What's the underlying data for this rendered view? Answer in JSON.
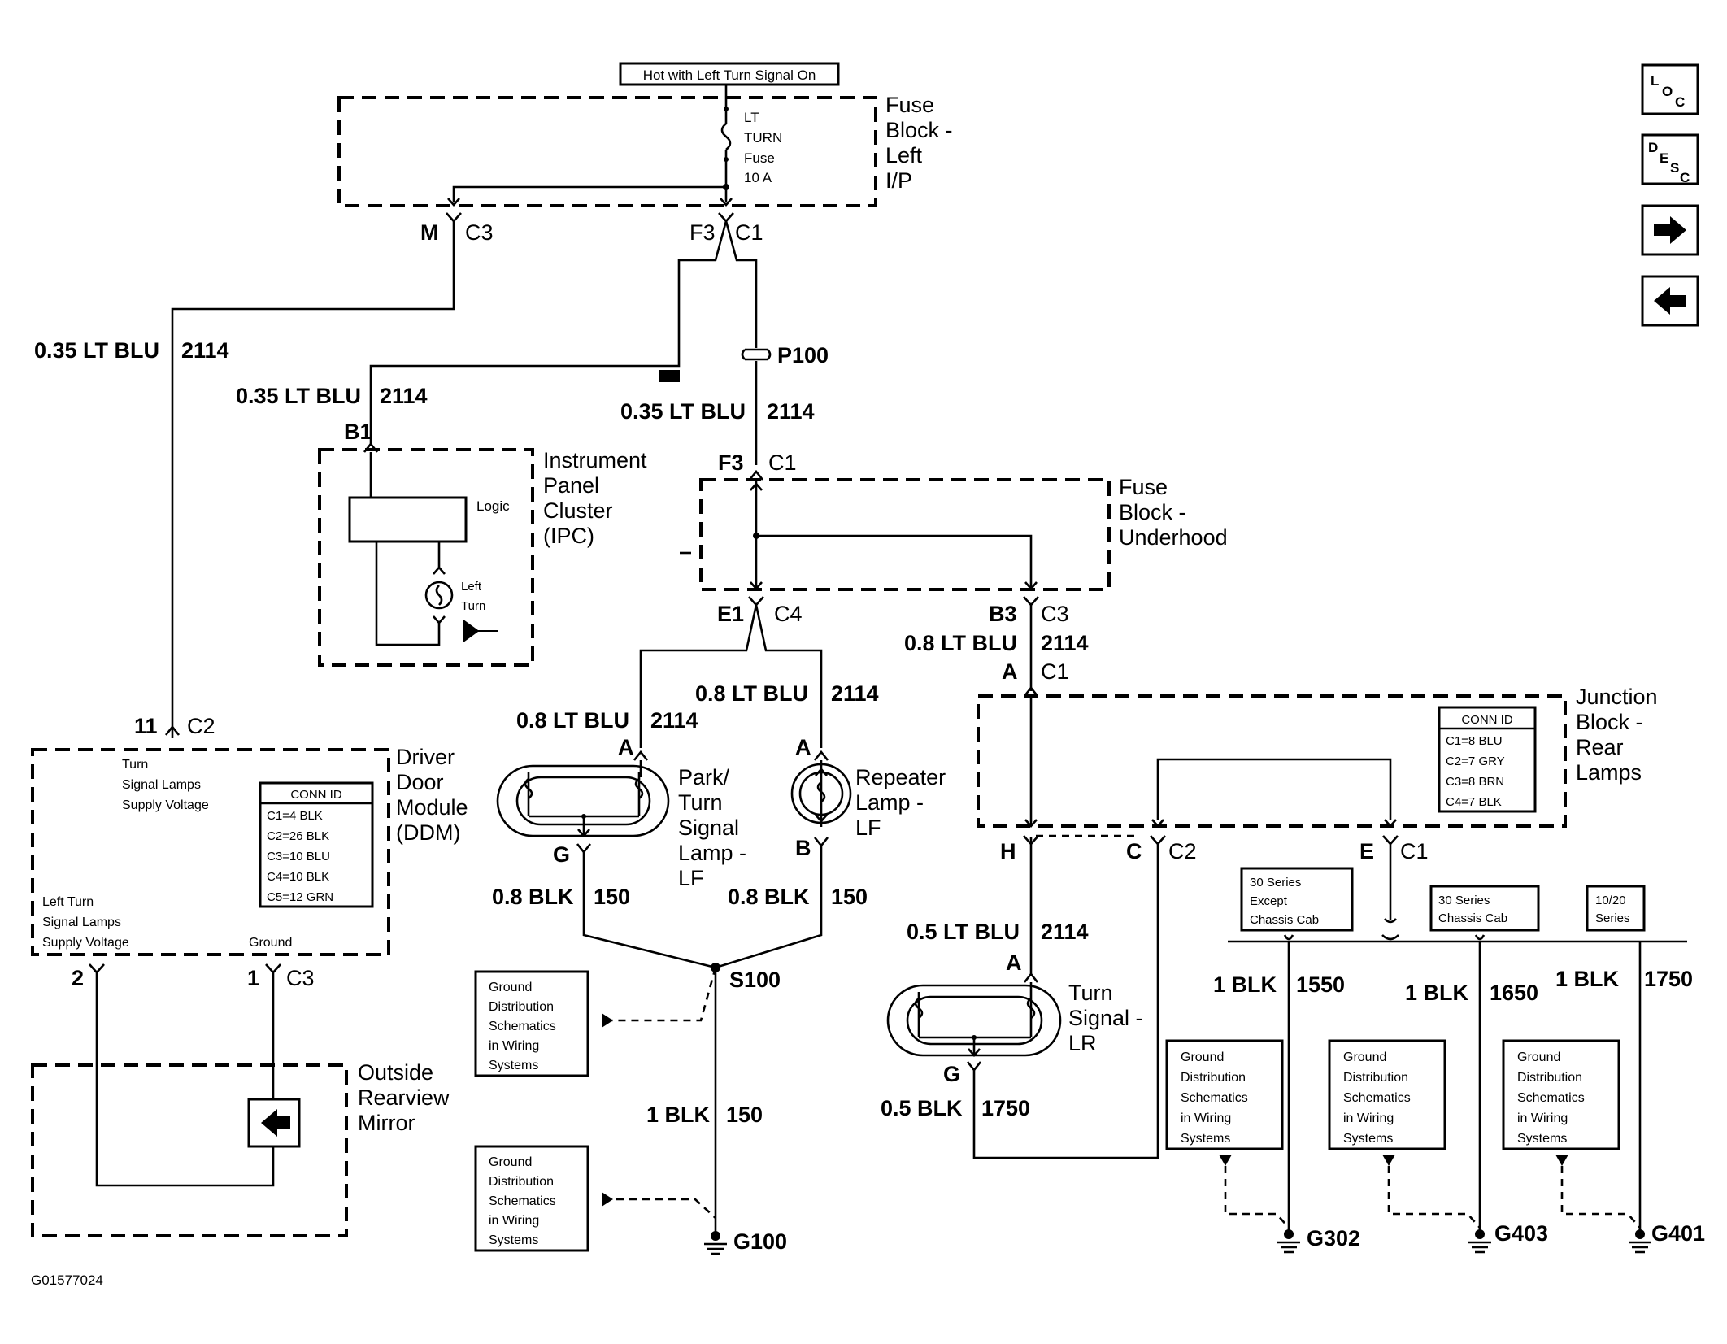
{
  "fig_id": "G01577024",
  "nav": {
    "loc": "LOC",
    "desc": "DESC"
  },
  "top_note": "Hot with Left Turn Signal On",
  "fuse_block_left": {
    "name": "Fuse Block - Left I/P",
    "l1": "Fuse",
    "l2": "Block -",
    "l3": "Left",
    "l4": "I/P",
    "fuse1": "LT",
    "fuse2": "TURN",
    "fuse3": "Fuse",
    "fuse4": "10 A"
  },
  "conn": {
    "m": "M",
    "c3": "C3",
    "f3": "F3",
    "c1": "C1",
    "p100": "P100",
    "b1": "B1",
    "f3b": "F3",
    "c1b": "C1",
    "e1": "E1",
    "c4": "C4",
    "b3": "B3",
    "c3b": "C3",
    "a1": "A",
    "c1c": "C1",
    "h": "H",
    "c": "C",
    "c2": "C2",
    "e": "E",
    "c1d": "C1",
    "n11": "11",
    "c2b": "C2",
    "n2": "2",
    "n1": "1",
    "c3c": "C3",
    "pa": "A",
    "pg": "G",
    "ra": "A",
    "rb": "B",
    "ta": "A",
    "tg": "G",
    "s100": "S100"
  },
  "wires": {
    "w1a": "0.35 LT BLU",
    "w1b": "2114",
    "w2a": "0.35 LT BLU",
    "w2b": "2114",
    "w3a": "0.35 LT BLU",
    "w3b": "2114",
    "w4a": "0.8 LT BLU",
    "w4b": "2114",
    "w5a": "0.8 LT BLU",
    "w5b": "2114",
    "w6a": "0.8 LT BLU",
    "w6b": "2114",
    "w7a": "0.8 BLK",
    "w7b": "150",
    "w8a": "0.8 BLK",
    "w8b": "150",
    "w9a": "1 BLK",
    "w9b": "150",
    "w10a": "0.5 LT BLU",
    "w10b": "2114",
    "w11a": "0.5 BLK",
    "w11b": "1750",
    "w12a": "1 BLK",
    "w12b": "1550",
    "w13a": "1 BLK",
    "w13b": "1650",
    "w14a": "1 BLK",
    "w14b": "1750"
  },
  "ipc": {
    "l1": "Instrument",
    "l2": "Panel",
    "l3": "Cluster",
    "l4": "(IPC)",
    "logic": "Logic",
    "lt1": "Left",
    "lt2": "Turn"
  },
  "fuse_under": {
    "l1": "Fuse",
    "l2": "Block -",
    "l3": "Underhood"
  },
  "ddm": {
    "l1": "Driver",
    "l2": "Door",
    "l3": "Module",
    "l4": "(DDM)",
    "t1": "Turn",
    "t2": "Signal Lamps",
    "t3": "Supply Voltage",
    "b1": "Left Turn",
    "b2": "Signal Lamps",
    "b3": "Supply Voltage",
    "ground": "Ground",
    "conn_title": "CONN ID",
    "conn": [
      "C1=4 BLK",
      "C2=26 BLK",
      "C3=10 BLU",
      "C4=10 BLK",
      "C5=12 GRN"
    ]
  },
  "mirror": {
    "l1": "Outside",
    "l2": "Rearview",
    "l3": "Mirror"
  },
  "park_lamp": {
    "l1": "Park/",
    "l2": "Turn",
    "l3": "Signal",
    "l4": "Lamp -",
    "l5": "LF"
  },
  "repeater": {
    "l1": "Repeater",
    "l2": "Lamp -",
    "l3": "LF"
  },
  "turn_lr": {
    "l1": "Turn",
    "l2": "Signal -",
    "l3": "LR"
  },
  "jb_rear": {
    "l1": "Junction",
    "l2": "Block -",
    "l3": "Rear",
    "l4": "Lamps",
    "conn_title": "CONN ID",
    "conn": [
      "C1=8 BLU",
      "C2=7 GRY",
      "C3=8 BRN",
      "C4=7 BLK"
    ]
  },
  "series": {
    "s1a": "30 Series",
    "s1b": "Except",
    "s1c": "Chassis Cab",
    "s2a": "30 Series",
    "s2b": "Chassis Cab",
    "s3a": "10/20",
    "s3b": "Series"
  },
  "gd": {
    "l1": "Ground",
    "l2": "Distribution",
    "l3": "Schematics",
    "l4": "in Wiring",
    "l5": "Systems"
  },
  "grounds": {
    "g100": "G100",
    "g302": "G302",
    "g403": "G403",
    "g401": "G401"
  }
}
